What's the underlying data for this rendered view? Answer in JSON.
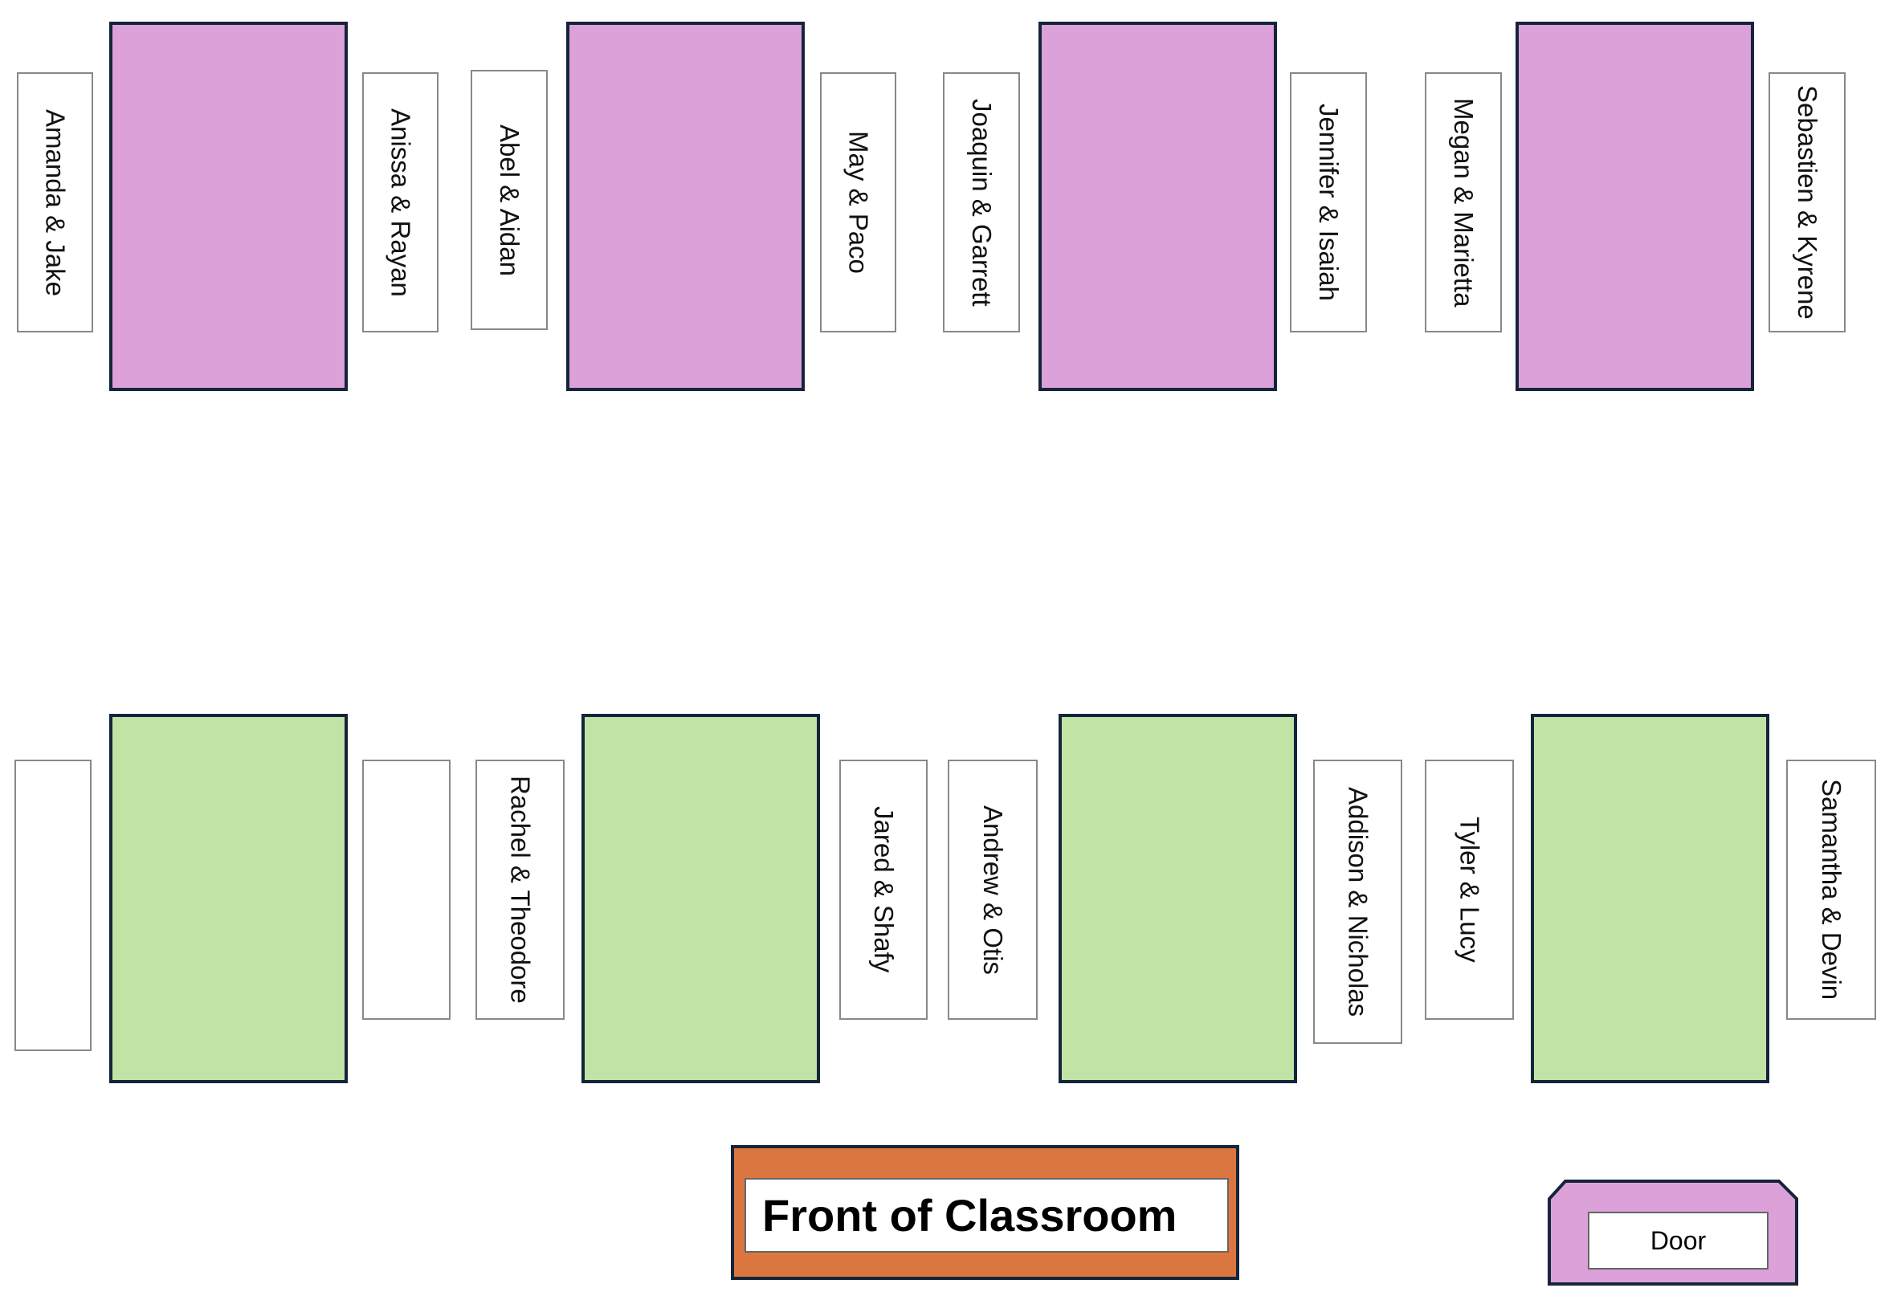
{
  "colors": {
    "top_desk": "#dba1d8",
    "bottom_desk": "#c1e4a6",
    "front": "#dc7640",
    "door": "#dba1d8",
    "outline": "#14253a"
  },
  "top_row": {
    "cards": [
      "Amanda & Jake",
      "Anissa & Rayan",
      "Abel & Aidan",
      "May & Paco",
      "Joaquin & Garrett",
      "Jennifer & Isaiah",
      "Megan & Marietta",
      "Sebastien & Kyrene"
    ]
  },
  "bottom_row": {
    "cards": [
      "",
      "",
      "Rachel & Theodore",
      "Jared & Shafy",
      "Andrew & Otis",
      "Addison & Nicholas",
      "Tyler & Lucy",
      "Samantha & Devin"
    ]
  },
  "front_label": "Front of Classroom",
  "door_label": "Door"
}
